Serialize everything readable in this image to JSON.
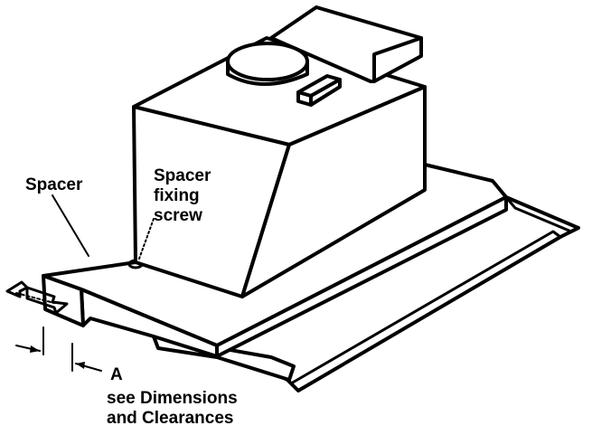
{
  "labels": {
    "spacer": "Spacer",
    "screw_line1": "Spacer",
    "screw_line2": "fixing",
    "screw_line3": "screw",
    "dim_letter": "A",
    "dim_note_line1": "see Dimensions",
    "dim_note_line2": "and Clearances"
  },
  "colors": {
    "stroke": "#000000",
    "background": "#ffffff"
  }
}
